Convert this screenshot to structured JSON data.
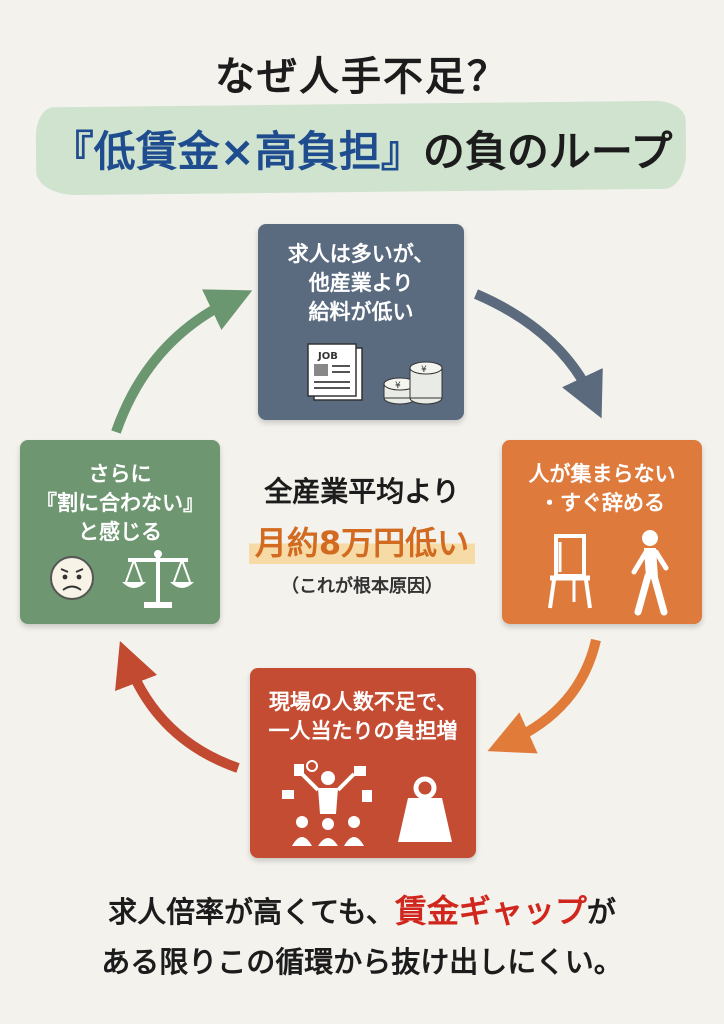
{
  "title": {
    "line1": "なぜ人手不足？",
    "line2_blue": "『低賃金×高負担』",
    "line2_rest": "の負のループ"
  },
  "cycle": {
    "top": {
      "lines": [
        "求人は多いが、",
        "他産業より",
        "給料が低い"
      ],
      "icon_text": "JOB",
      "icons": [
        "job-document-icon",
        "yen-coins-icon"
      ]
    },
    "right": {
      "lines": [
        "人が集まらない",
        "・すぐ辞める"
      ],
      "icons": [
        "chair-icon",
        "walking-person-icon"
      ]
    },
    "bottom": {
      "lines": [
        "現場の人数不足で、",
        "一人当たりの負担増"
      ],
      "icons": [
        "overworked-staff-icon",
        "heavy-weight-icon"
      ]
    },
    "left": {
      "lines": [
        "さらに",
        "『割に合わない』",
        "と感じる"
      ],
      "icons": [
        "worried-face-icon",
        "balance-scale-icon"
      ]
    }
  },
  "center": {
    "line1": "全産業平均より",
    "highlight": "月約8万円低い",
    "note": "（これが根本原因）"
  },
  "footer": {
    "line1_pre": "求人倍率が高くても、",
    "line1_red": "賃金ギャップ",
    "line1_post": "が",
    "line2": "ある限りこの循環から抜け出しにくい。"
  },
  "colors": {
    "top_box": "#5a6b80",
    "right_box": "#de7a3c",
    "bottom_box": "#c44c33",
    "left_box": "#6e9670",
    "title_accent": "#1f4c8f",
    "footer_accent": "#d0261d",
    "highlight": "#d26a1f"
  }
}
